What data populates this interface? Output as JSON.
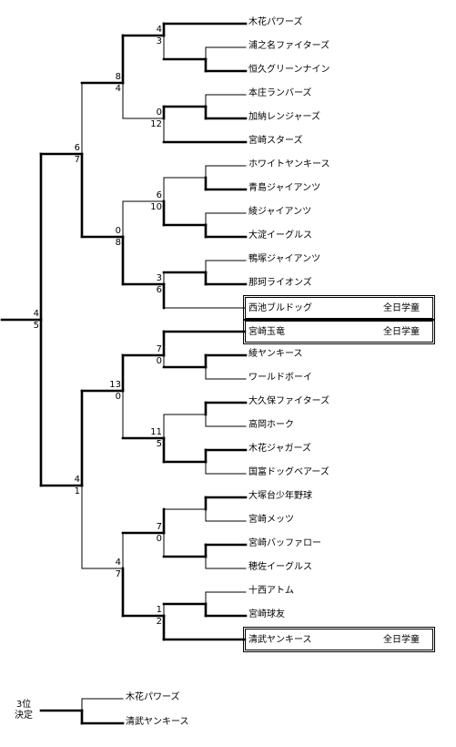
{
  "teams": [
    "木花パワーズ",
    "浦之名ファイターズ",
    "恒久グリーンナイン",
    "本庄ランバーズ",
    "加納レンジャーズ",
    "宮崎スターズ",
    "ホワイトヤンキース",
    "青島ジャイアンツ",
    "綾ジャイアンツ",
    "大淀イーグルス",
    "鴨塚ジャイアンツ",
    "那珂ライオンズ",
    "西池ブルドッグ",
    "宮崎玉竜",
    "綾ヤンキース",
    "ワールドボーイ",
    "大久保ファイターズ",
    "高岡ホーク",
    "木花ジャガーズ",
    "国富ドッグベアーズ",
    "大塚台少年野球",
    "宮崎メッツ",
    "宮崎バッファロー",
    "穂佐イーグルス",
    "十西アトム",
    "宮崎球友",
    "清武ヤンキース"
  ],
  "seed_tag": "全日学童",
  "scores": [
    [
      "4",
      "3"
    ],
    [
      "0",
      "12"
    ],
    [
      "8",
      "4"
    ],
    [
      "6",
      "10"
    ],
    [
      "3",
      "6"
    ],
    [
      "0",
      "8"
    ],
    [
      "6",
      "7"
    ],
    [
      "7",
      "0"
    ],
    [
      "11",
      "5"
    ],
    [
      "13",
      "0"
    ],
    [
      "7",
      "0"
    ],
    [
      "1",
      "2"
    ],
    [
      "4",
      "7"
    ],
    [
      "4",
      "1"
    ],
    [
      "4",
      "5"
    ]
  ],
  "third_place": {
    "title_line1": "3位",
    "title_line2": "決定",
    "teams": [
      "木花パワーズ",
      "清武ヤンキース"
    ]
  }
}
